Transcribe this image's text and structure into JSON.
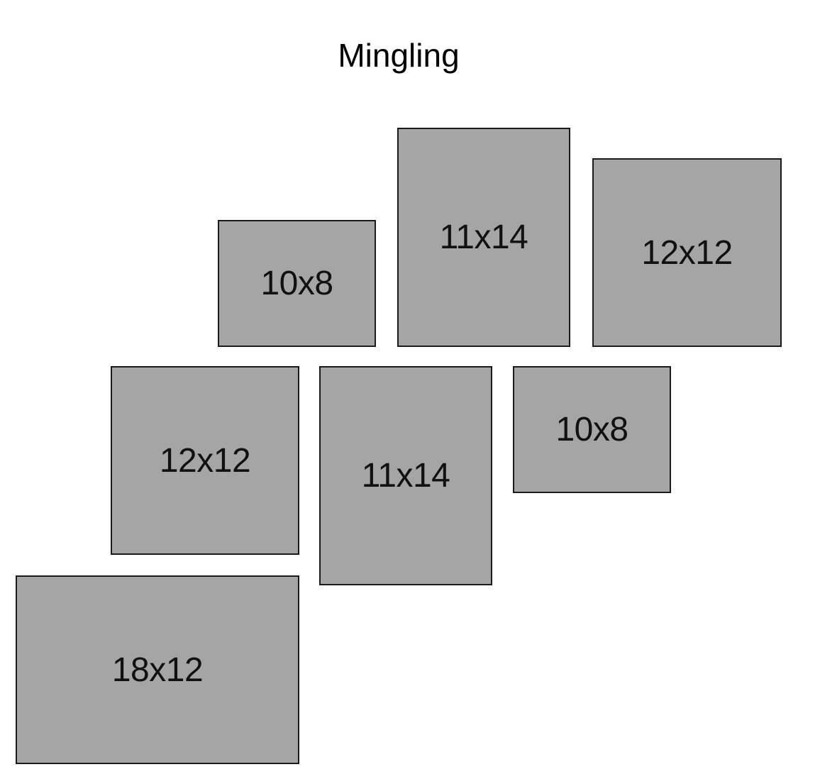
{
  "title": "Mingling",
  "fill_color": "#a5a5a5",
  "border_color": "#1a1a1a",
  "frames": [
    {
      "label": "10x8"
    },
    {
      "label": "11x14"
    },
    {
      "label": "12x12"
    },
    {
      "label": "12x12"
    },
    {
      "label": "11x14"
    },
    {
      "label": "10x8"
    },
    {
      "label": "18x12"
    }
  ]
}
